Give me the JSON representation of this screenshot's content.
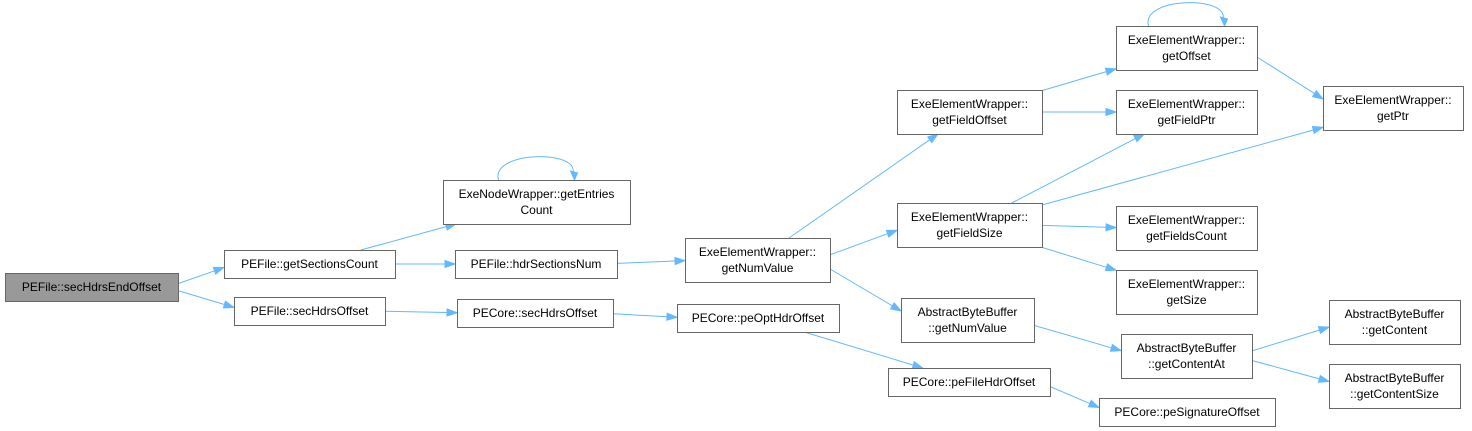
{
  "colors": {
    "node_fill": "#ffffff",
    "node_highlight_fill": "#999999",
    "node_border": "#666666",
    "edge": "#63b8ff"
  },
  "nodes": [
    {
      "id": "n0",
      "lines": [
        "PEFile::secHdrsEndOffset"
      ],
      "highlight": true
    },
    {
      "id": "n1",
      "lines": [
        "PEFile::getSectionsCount"
      ]
    },
    {
      "id": "n2",
      "lines": [
        "PEFile::secHdrsOffset"
      ]
    },
    {
      "id": "n3",
      "lines": [
        "ExeNodeWrapper::getEntries",
        "Count"
      ]
    },
    {
      "id": "n4",
      "lines": [
        "PEFile::hdrSectionsNum"
      ]
    },
    {
      "id": "n5",
      "lines": [
        "PECore::secHdrsOffset"
      ]
    },
    {
      "id": "n6",
      "lines": [
        "ExeElementWrapper::",
        "getNumValue"
      ]
    },
    {
      "id": "n7",
      "lines": [
        "PECore::peOptHdrOffset"
      ]
    },
    {
      "id": "n8",
      "lines": [
        "ExeElementWrapper::",
        "getFieldOffset"
      ]
    },
    {
      "id": "n9",
      "lines": [
        "ExeElementWrapper::",
        "getFieldSize"
      ]
    },
    {
      "id": "n10",
      "lines": [
        "AbstractByteBuffer",
        "::getNumValue"
      ]
    },
    {
      "id": "n11",
      "lines": [
        "PECore::peFileHdrOffset"
      ]
    },
    {
      "id": "n12",
      "lines": [
        "ExeElementWrapper::",
        "getOffset"
      ]
    },
    {
      "id": "n13",
      "lines": [
        "ExeElementWrapper::",
        "getFieldPtr"
      ]
    },
    {
      "id": "n14",
      "lines": [
        "ExeElementWrapper::",
        "getFieldsCount"
      ]
    },
    {
      "id": "n15",
      "lines": [
        "ExeElementWrapper::",
        "getSize"
      ]
    },
    {
      "id": "n16",
      "lines": [
        "AbstractByteBuffer",
        "::getContentAt"
      ]
    },
    {
      "id": "n17",
      "lines": [
        "PECore::peSignatureOffset"
      ]
    },
    {
      "id": "n18",
      "lines": [
        "ExeElementWrapper::",
        "getPtr"
      ]
    },
    {
      "id": "n19",
      "lines": [
        "AbstractByteBuffer",
        "::getContent"
      ]
    },
    {
      "id": "n20",
      "lines": [
        "AbstractByteBuffer",
        "::getContentSize"
      ]
    }
  ],
  "edges": [
    [
      "n0",
      "n1"
    ],
    [
      "n0",
      "n2"
    ],
    [
      "n1",
      "n3"
    ],
    [
      "n1",
      "n4"
    ],
    [
      "n3",
      "n3"
    ],
    [
      "n2",
      "n5"
    ],
    [
      "n4",
      "n6"
    ],
    [
      "n5",
      "n7"
    ],
    [
      "n6",
      "n8"
    ],
    [
      "n6",
      "n9"
    ],
    [
      "n6",
      "n10"
    ],
    [
      "n7",
      "n11"
    ],
    [
      "n8",
      "n12"
    ],
    [
      "n8",
      "n13"
    ],
    [
      "n9",
      "n13"
    ],
    [
      "n9",
      "n18"
    ],
    [
      "n9",
      "n14"
    ],
    [
      "n9",
      "n15"
    ],
    [
      "n10",
      "n16"
    ],
    [
      "n11",
      "n17"
    ],
    [
      "n12",
      "n12"
    ],
    [
      "n12",
      "n18"
    ],
    [
      "n16",
      "n19"
    ],
    [
      "n16",
      "n20"
    ]
  ]
}
